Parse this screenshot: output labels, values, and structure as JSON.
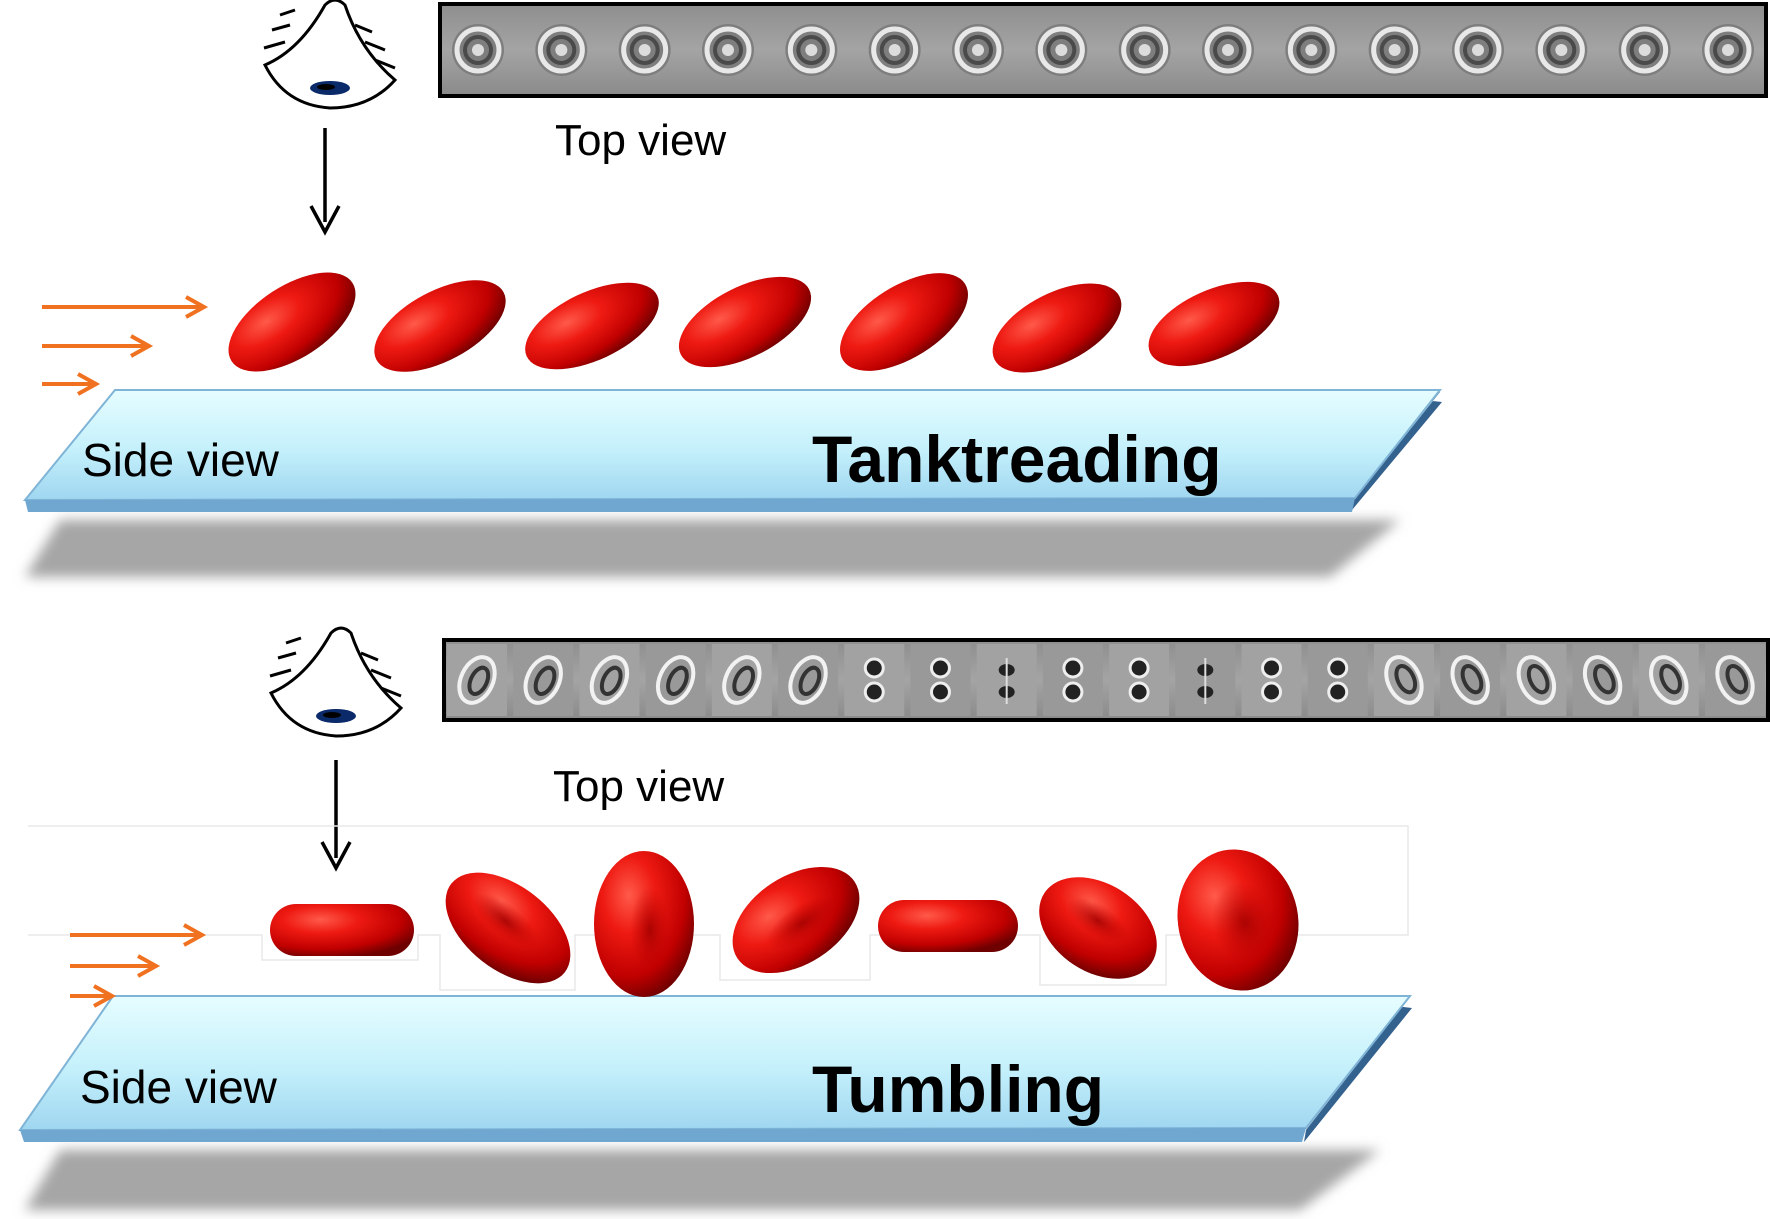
{
  "panels": [
    {
      "top_view_label": "Top view",
      "side_view_label": "Side view",
      "mode_label": "Tanktreading"
    },
    {
      "top_view_label": "Top view",
      "side_view_label": "Side view",
      "mode_label": "Tumbling"
    }
  ],
  "colors": {
    "cell_red": "#e01010",
    "cell_dark": "#7a0000",
    "flow_arrow": "#f0711f",
    "plate_light": "#d9fbff",
    "plate_mid": "#a8dff5",
    "plate_edge": "#2f5e8c",
    "shadow": "#a9a9a9",
    "strip_bg": "#9b9b9b"
  },
  "icons": {
    "observer": "eye-icon",
    "view_direction": "down-arrow-icon",
    "flow": "flow-arrow-icon"
  }
}
